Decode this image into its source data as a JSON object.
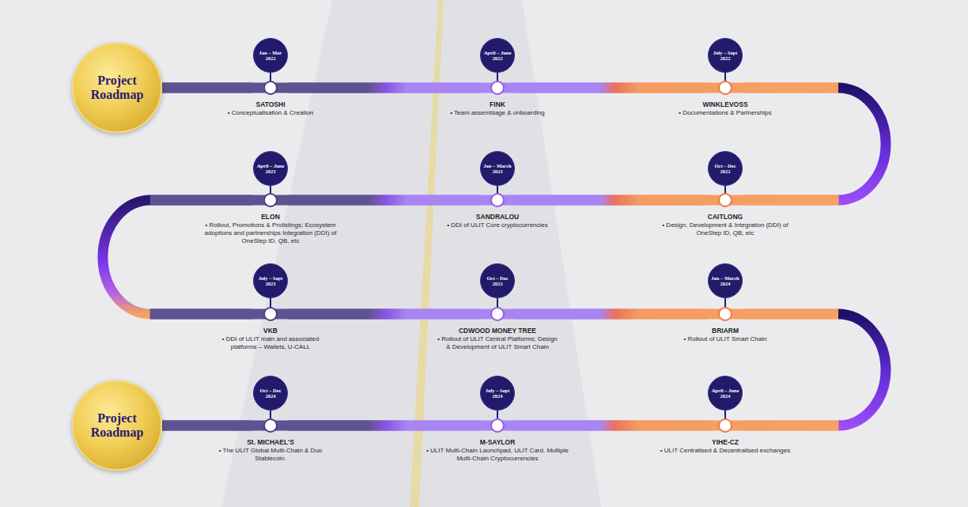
{
  "diagram": {
    "nodes": [
      {
        "text": [
          "Project Roadmap"
        ]
      },
      {
        "text": [
          "Jan – Mar 2022",
          "SATOSHI",
          "• Conceptualisation & Creation"
        ]
      },
      {
        "text": [
          "April – June 2022",
          "FINK",
          "• Team assemblage & onboarding"
        ]
      },
      {
        "text": [
          "July – Sept 2022",
          "WINKLEVOSS",
          "• Documentations & Partnerships"
        ]
      },
      {
        "text": [
          "Oct – Dec 2022",
          "CAITLONG",
          "• Design, Development & Integration (DDI) of OneStep ID, QB, etc"
        ]
      },
      {
        "text": [
          "Jan – March 2023",
          "SANDRALOU",
          "• DDI of ULIT Core cryptocurrencies"
        ]
      },
      {
        "text": [
          "April – June 2023",
          "ELON",
          "• Rollout, Promotions & Prolistings; Ecosystem adoptions and partnerships Integration (DDI) of OneStep ID, QB, etc"
        ]
      },
      {
        "text": [
          "July – Sept 2023",
          "VKB",
          "• DDI of ULIT main and associated platforms – Wallets, U-CALL"
        ]
      },
      {
        "text": [
          "Oct – Dec 2023",
          "CDWOOD MONEY TREE",
          "• Rollout of ULIT Central Platforms; Design & Development of ULIT Smart Chain"
        ]
      },
      {
        "text": [
          "Jan – March 2024",
          "BRIARM",
          "• Rollout of ULIT Smart Chain"
        ]
      },
      {
        "text": [
          "April – June 2024",
          "YIHE-CZ",
          "• ULIT Centralised & Decentralised exchanges"
        ]
      },
      {
        "text": [
          "July – Sept 2024",
          "M-SAYLOR",
          "• ULIT Multi-Chain Launchpad, ULIT Card. Multiple Multi-Chain Cryptocurrencies"
        ]
      },
      {
        "text": [
          "Oct – Dec 2024",
          "St. MICHAEL'S",
          "• The ULIT Global Multi-Chain & Duo Stablecoin."
        ]
      },
      {
        "text": [
          "Project Roadmap"
        ]
      }
    ],
    "edges": [
      {
        "from": 0,
        "to": 1,
        "arrow": "none"
      },
      {
        "from": 1,
        "to": 2,
        "arrow": "none"
      },
      {
        "from": 2,
        "to": 3,
        "arrow": "none"
      },
      {
        "from": 3,
        "to": 4,
        "arrow": "none"
      },
      {
        "from": 4,
        "to": 5,
        "arrow": "none"
      },
      {
        "from": 5,
        "to": 6,
        "arrow": "none"
      },
      {
        "from": 6,
        "to": 7,
        "arrow": "none"
      },
      {
        "from": 7,
        "to": 8,
        "arrow": "none"
      },
      {
        "from": 8,
        "to": 9,
        "arrow": "none"
      },
      {
        "from": 9,
        "to": 10,
        "arrow": "none"
      },
      {
        "from": 10,
        "to": 11,
        "arrow": "none"
      },
      {
        "from": 11,
        "to": 12,
        "arrow": "none"
      },
      {
        "from": 12,
        "to": 13,
        "arrow": "none"
      }
    ]
  }
}
